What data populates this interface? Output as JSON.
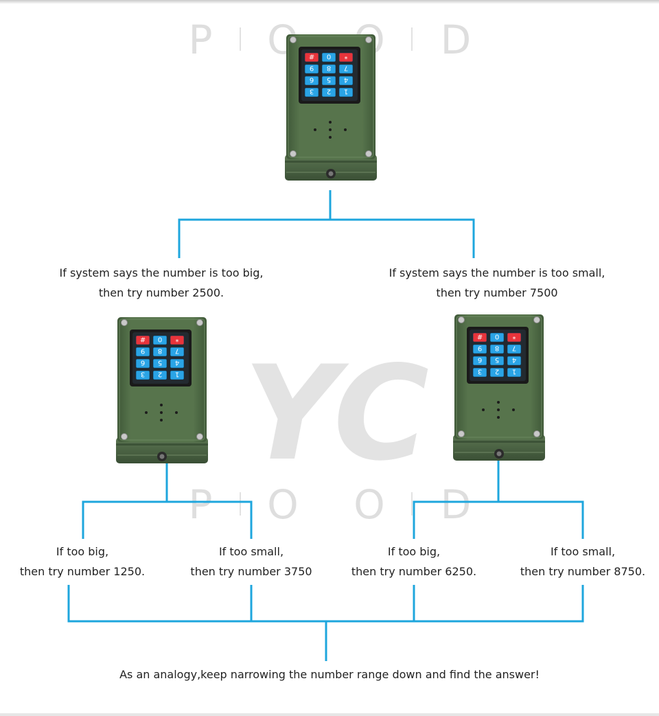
{
  "watermark": {
    "letters": [
      "P",
      "O",
      "O",
      "D"
    ],
    "logo_text": "YC"
  },
  "keypad": {
    "keys": [
      "#",
      "0",
      "*",
      "9",
      "8",
      "7",
      "6",
      "5",
      "4",
      "3",
      "2",
      "1"
    ]
  },
  "colors": {
    "connector": "#1ea6dd",
    "enclosure": "#4f6a44",
    "keypad_blue": "#2aa4e6",
    "keypad_red": "#e8343b"
  },
  "level1": {
    "left": {
      "line1": "If system says the number is too big,",
      "line2": "then try number 2500."
    },
    "right": {
      "line1": "If system says the number is too small,",
      "line2": "then try number 7500"
    }
  },
  "level2": [
    {
      "line1": "If too big,",
      "line2": "then try number 1250."
    },
    {
      "line1": "If too small,",
      "line2": "then try number 3750"
    },
    {
      "line1": "If too big,",
      "line2": "then try number 6250."
    },
    {
      "line1": "If too small,",
      "line2": "then try number 8750."
    }
  ],
  "conclusion": "As an analogy,keep narrowing the number range down and find the answer!"
}
